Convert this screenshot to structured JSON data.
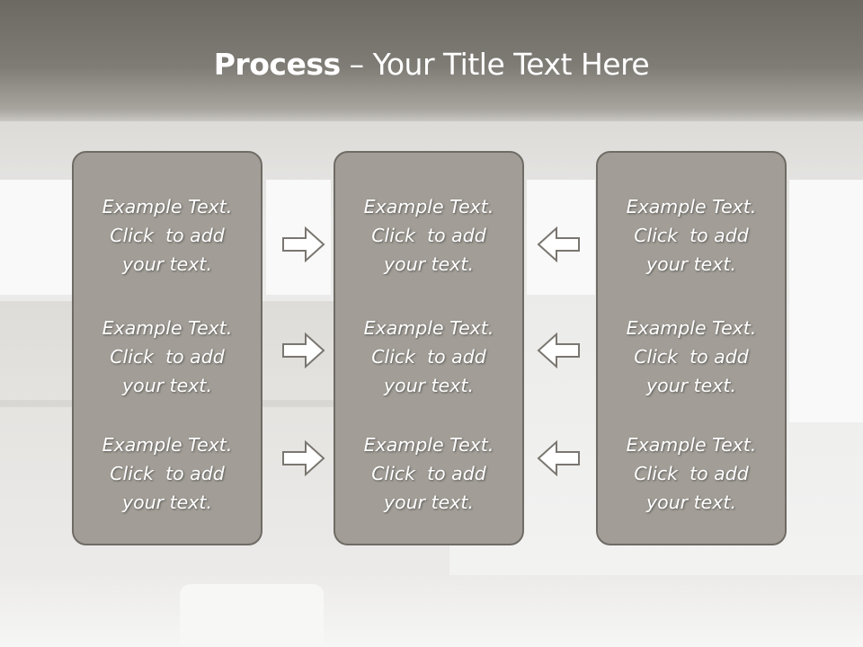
{
  "slide": {
    "title_bold": "Process",
    "title_rest": " – Your Title Text Here"
  },
  "panels": [
    {
      "items": [
        {
          "lines": [
            "Example Text.",
            "Click  to add",
            "your text."
          ]
        },
        {
          "lines": [
            "Example Text.",
            "Click  to add",
            "your text."
          ]
        },
        {
          "lines": [
            "Example Text.",
            "Click  to add",
            "your text."
          ]
        }
      ]
    },
    {
      "items": [
        {
          "lines": [
            "Example Text.",
            "Click  to add",
            "your text."
          ]
        },
        {
          "lines": [
            "Example Text.",
            "Click  to add",
            "your text."
          ]
        },
        {
          "lines": [
            "Example Text.",
            "Click  to add",
            "your text."
          ]
        }
      ]
    },
    {
      "items": [
        {
          "lines": [
            "Example Text.",
            "Click  to add",
            "your text."
          ]
        },
        {
          "lines": [
            "Example Text.",
            "Click  to add",
            "your text."
          ]
        },
        {
          "lines": [
            "Example Text.",
            "Click  to add",
            "your text."
          ]
        }
      ]
    }
  ],
  "arrows": {
    "left_column": [
      "arrow-right-icon",
      "arrow-right-icon",
      "arrow-right-icon"
    ],
    "right_column": [
      "arrow-left-icon",
      "arrow-left-icon",
      "arrow-left-icon"
    ]
  },
  "colors": {
    "panel_fill": "#a29e97",
    "panel_border": "#6f6b65",
    "title_band": "#6c6963",
    "text": "#ffffff"
  }
}
